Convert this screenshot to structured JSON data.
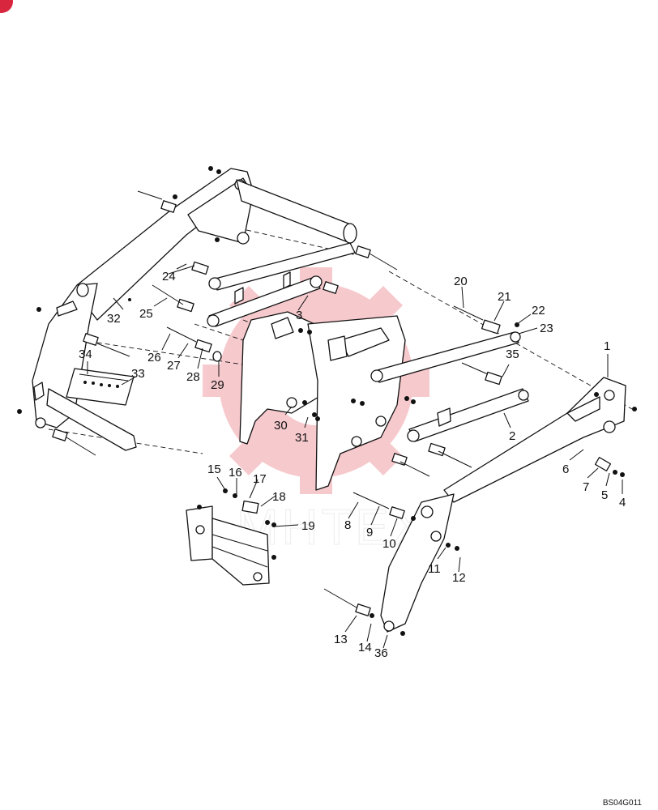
{
  "drawing_code": "BS04G011",
  "watermark_text": "MHTEX",
  "accent_color": "#d7263d",
  "callouts": [
    "1",
    "2",
    "3",
    "4",
    "5",
    "6",
    "7",
    "8",
    "9",
    "10",
    "11",
    "12",
    "13",
    "14",
    "15",
    "16",
    "17",
    "18",
    "19",
    "20",
    "21",
    "22",
    "23",
    "24",
    "25",
    "26",
    "27",
    "28",
    "29",
    "30",
    "31",
    "32",
    "33",
    "34",
    "35",
    "36"
  ]
}
